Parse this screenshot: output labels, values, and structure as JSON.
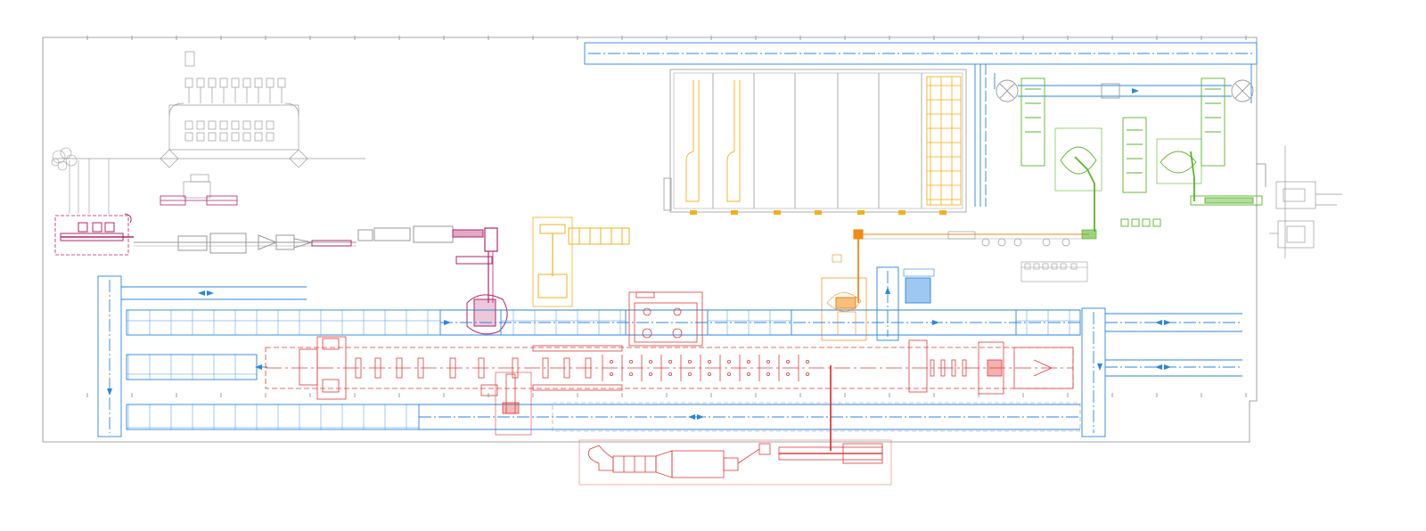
{
  "drawing": {
    "colors": {
      "frame": "#8a8a8a",
      "equipment_gray": "#9a9a9a",
      "conveyor": "#2b86e0",
      "main_line": "#e23b3b",
      "press_feed": "#b2256b",
      "coil_storage": "#f0b21c",
      "transfer": "#f08a12",
      "handling": "#5ab52a"
    },
    "icons": {
      "flow_right": "triangle-right-arrow",
      "flow_left": "triangle-left-arrow",
      "flow_up": "triangle-up-arrow",
      "flow_down": "triangle-down-arrow",
      "turntable": "circle-cross-icon"
    }
  }
}
